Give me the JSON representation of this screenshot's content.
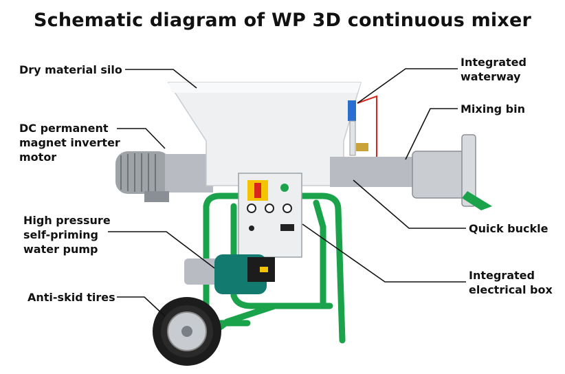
{
  "title": "Schematic diagram of WP 3D continuous mixer",
  "labels": {
    "dry_material_silo": [
      "Dry material silo"
    ],
    "dc_motor": [
      "DC permanent",
      "magnet inverter",
      "motor"
    ],
    "water_pump": [
      "High pressure",
      "self-priming",
      "water pump"
    ],
    "anti_skid_tires": [
      "Anti-skid tires"
    ],
    "integrated_waterway": [
      "Integrated",
      "waterway"
    ],
    "mixing_bin": [
      "Mixing bin"
    ],
    "quick_buckle": [
      "Quick buckle"
    ],
    "electrical_box": [
      "Integrated",
      "electrical box"
    ]
  },
  "colors": {
    "frame_green": "#1aa34a",
    "pump_teal": "#127a6e",
    "silo_white": "#eef0f2",
    "steel": "#b8bcc2",
    "switch_yellow": "#f5c400",
    "switch_red": "#d8261c",
    "tire_black": "#1c1c1c"
  }
}
